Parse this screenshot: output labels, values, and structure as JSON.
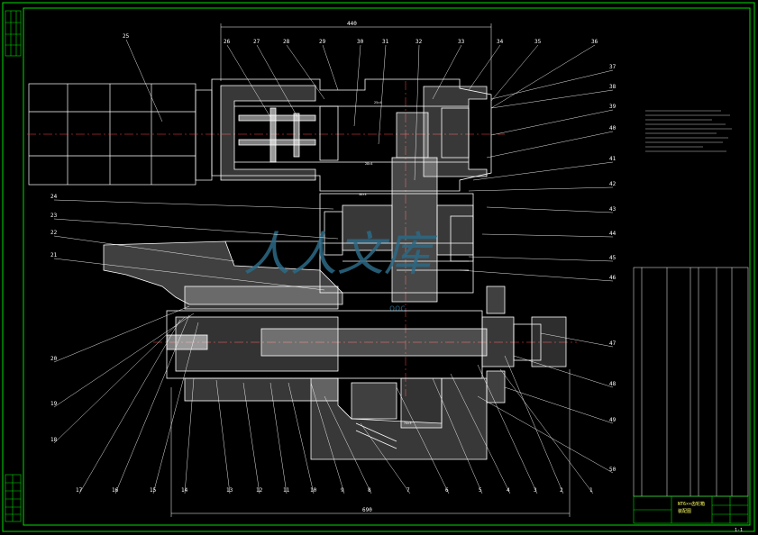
{
  "drawing": {
    "dim_top": "440",
    "dim_bottom": "690",
    "sheet_no": "1-1",
    "watermark": "人人文库",
    "watermark_sub": "ooc"
  },
  "annotations": [
    {
      "id": "a0",
      "text": "25×4"
    },
    {
      "id": "a1",
      "text": "28×4"
    },
    {
      "id": "a2",
      "text": "36×3"
    },
    {
      "id": "a3",
      "text": "74×3"
    }
  ],
  "balloons_top": [
    "26",
    "27",
    "28",
    "29",
    "30",
    "31",
    "32",
    "33",
    "34",
    "35",
    "36"
  ],
  "balloons_left": [
    "25",
    "24",
    "23",
    "22",
    "21",
    "20",
    "19",
    "18"
  ],
  "balloons_right": [
    "37",
    "38",
    "39",
    "40",
    "41",
    "42",
    "43",
    "44",
    "45",
    "46",
    "47",
    "48",
    "49",
    "50"
  ],
  "balloons_bottom": [
    "17",
    "16",
    "15",
    "14",
    "13",
    "12",
    "11",
    "10",
    "9",
    "8",
    "7",
    "6",
    "5",
    "4",
    "3",
    "2",
    "1"
  ],
  "title_block": {
    "line1": "NT6××齿轮箱",
    "line2": "装配图"
  }
}
